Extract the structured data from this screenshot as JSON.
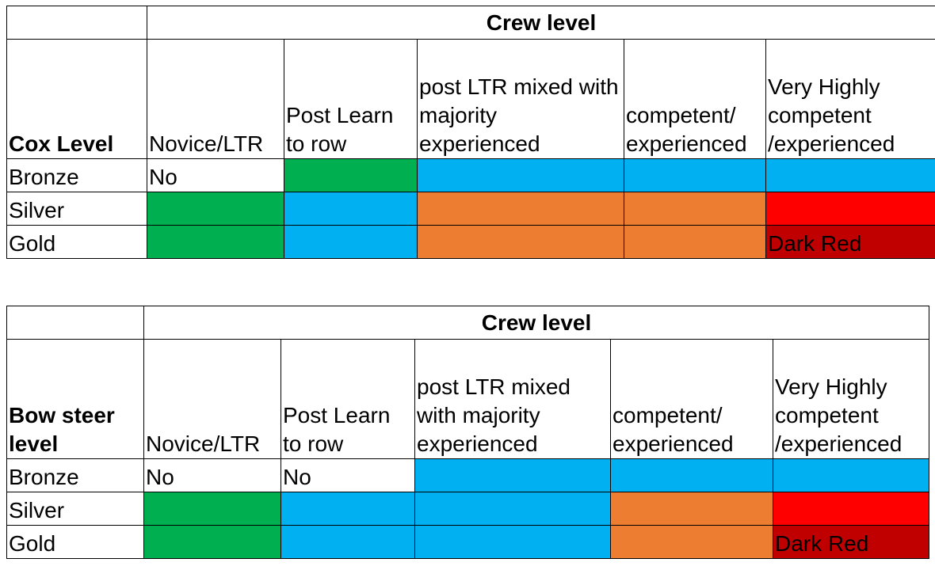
{
  "table1": {
    "crew_level": "Crew level",
    "row_header": "Cox Level",
    "columns": [
      "Novice/LTR",
      "Post Learn to row",
      "post LTR mixed with  majority experienced",
      "competent/ experienced",
      "Very Highly competent /experienced"
    ],
    "rows": [
      {
        "label": "Bronze",
        "cells": [
          {
            "text": "No",
            "color": "#ffffff"
          },
          {
            "text": "",
            "color": "#00b050"
          },
          {
            "text": "",
            "color": "#00b0f0"
          },
          {
            "text": "",
            "color": "#00b0f0"
          },
          {
            "text": "",
            "color": "#00b0f0"
          }
        ]
      },
      {
        "label": "Silver",
        "cells": [
          {
            "text": "",
            "color": "#00b050"
          },
          {
            "text": "",
            "color": "#00b0f0"
          },
          {
            "text": "",
            "color": "#ed7d31"
          },
          {
            "text": "",
            "color": "#ed7d31"
          },
          {
            "text": "",
            "color": "#ff0000"
          }
        ]
      },
      {
        "label": "Gold",
        "cells": [
          {
            "text": "",
            "color": "#00b050"
          },
          {
            "text": "",
            "color": "#00b0f0"
          },
          {
            "text": "",
            "color": "#ed7d31"
          },
          {
            "text": "",
            "color": "#ed7d31"
          },
          {
            "text": "Dark Red",
            "color": "#c00000"
          }
        ]
      }
    ]
  },
  "table2": {
    "crew_level": "Crew level",
    "row_header": "Bow steer level",
    "columns": [
      "Novice/LTR",
      "Post Learn to row",
      "post LTR mixed with majority experienced",
      "competent/ experienced",
      "Very Highly competent /experienced"
    ],
    "rows": [
      {
        "label": "Bronze",
        "cells": [
          {
            "text": "No",
            "color": "#ffffff"
          },
          {
            "text": "No",
            "color": "#ffffff"
          },
          {
            "text": "",
            "color": "#00b0f0"
          },
          {
            "text": "",
            "color": "#00b0f0"
          },
          {
            "text": "",
            "color": "#00b0f0"
          }
        ]
      },
      {
        "label": "Silver",
        "cells": [
          {
            "text": "",
            "color": "#00b050"
          },
          {
            "text": "",
            "color": "#00b0f0"
          },
          {
            "text": "",
            "color": "#00b0f0"
          },
          {
            "text": "",
            "color": "#ed7d31"
          },
          {
            "text": "",
            "color": "#ff0000"
          }
        ]
      },
      {
        "label": "Gold",
        "cells": [
          {
            "text": "",
            "color": "#00b050"
          },
          {
            "text": "",
            "color": "#00b0f0"
          },
          {
            "text": "",
            "color": "#00b0f0"
          },
          {
            "text": "",
            "color": "#ed7d31"
          },
          {
            "text": "Dark Red",
            "color": "#c00000"
          }
        ]
      }
    ]
  }
}
